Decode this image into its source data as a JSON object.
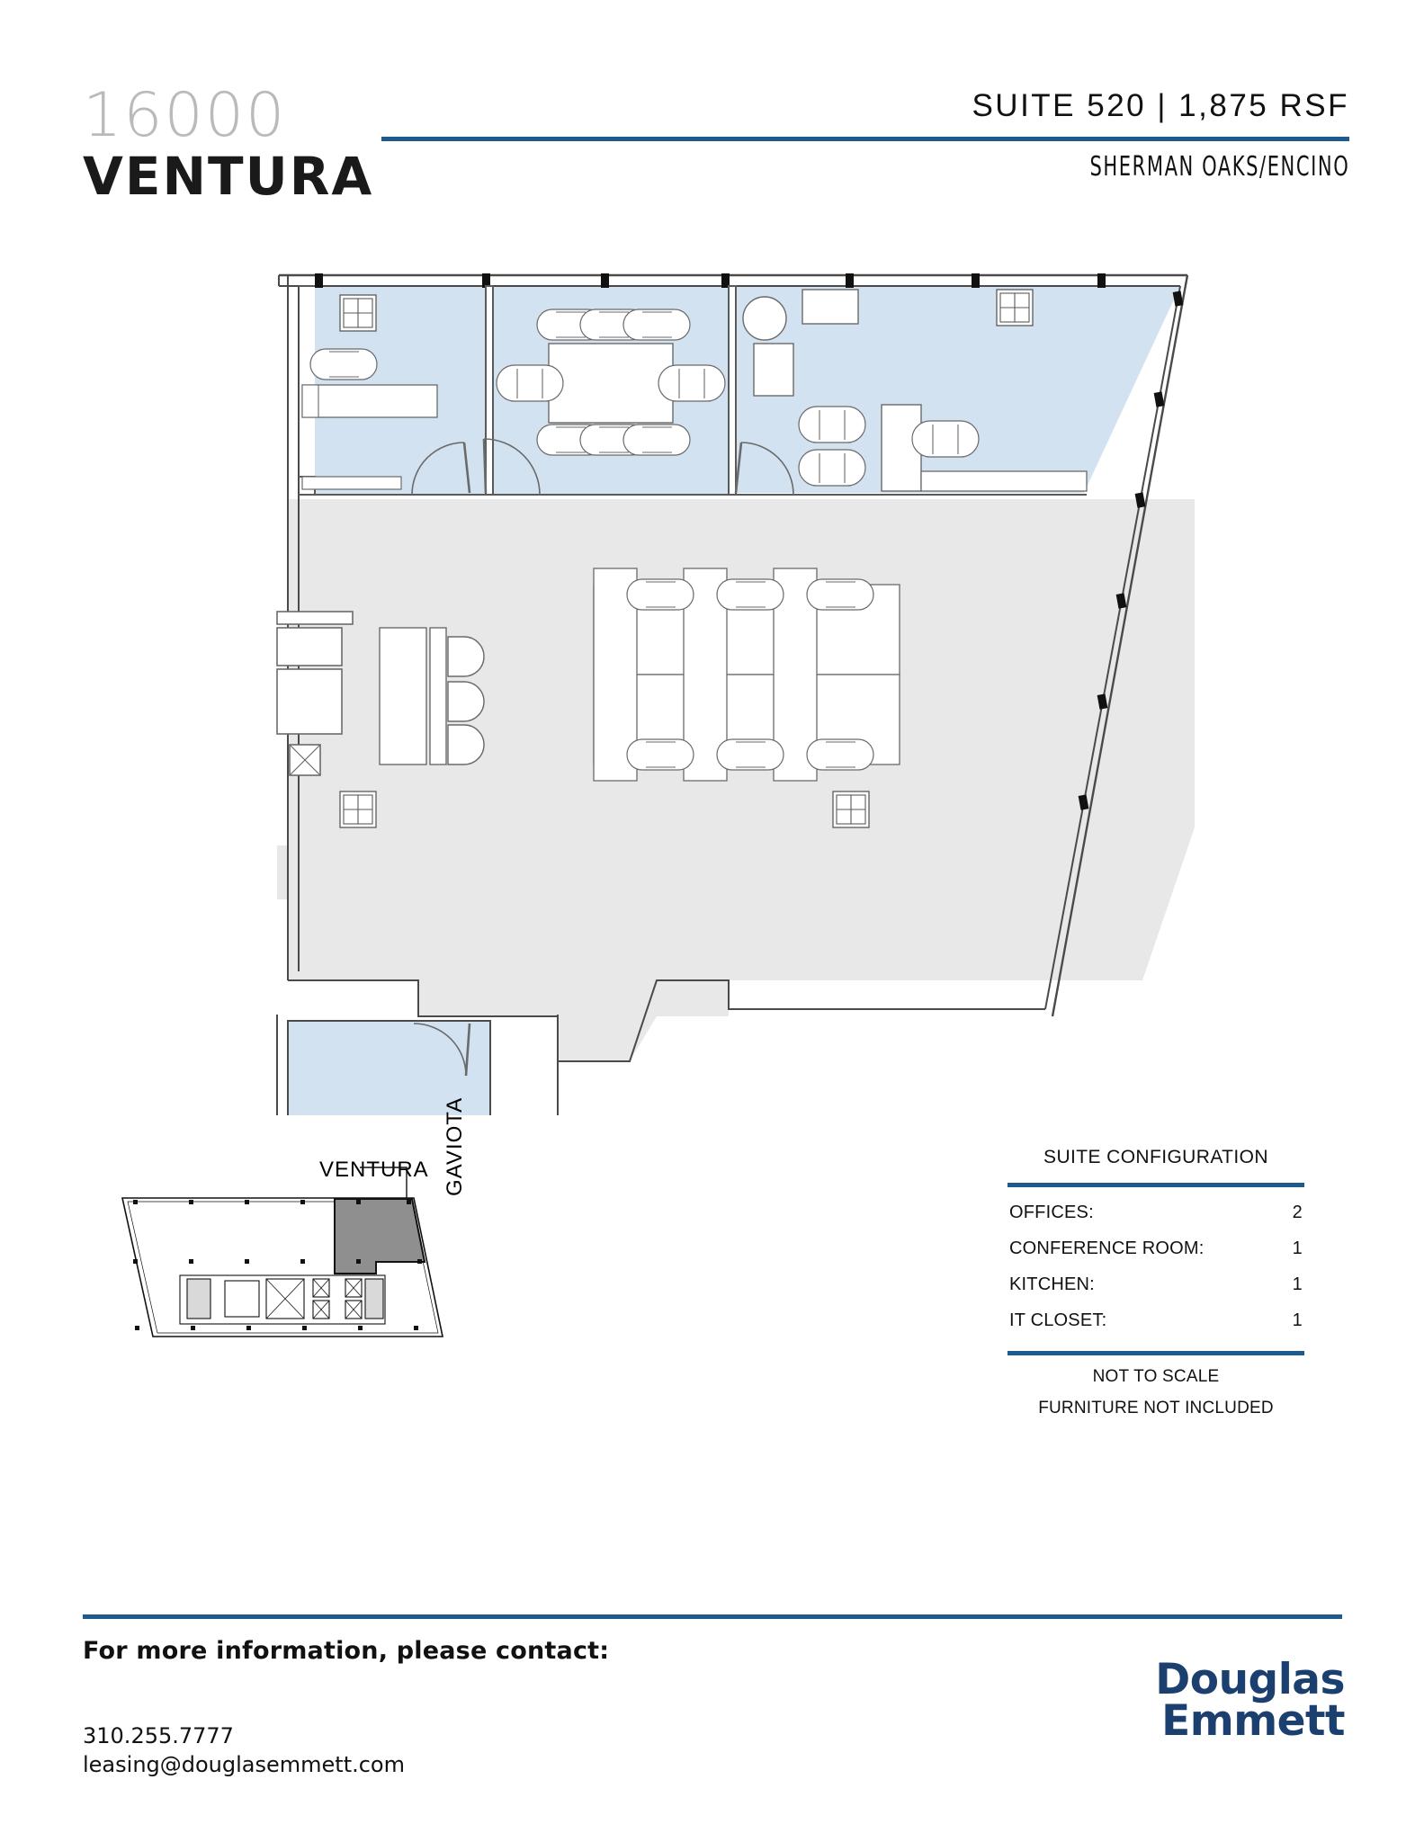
{
  "header": {
    "logo_number": "16000",
    "logo_name": "VENTURA",
    "suite_line": "SUITE 520  |  1,875 RSF",
    "market": "SHERMAN OAKS/ENCINO",
    "accent_color": "#1d5b8e"
  },
  "floorplan": {
    "office_fill": "#d3e2f0",
    "open_area_fill": "#e8e8e8",
    "wall_color": "#555555",
    "furniture_stroke": "#666666",
    "rooms": [
      {
        "name": "office-1",
        "type": "office"
      },
      {
        "name": "conference-room",
        "type": "conference",
        "seats": 8
      },
      {
        "name": "kitchen",
        "type": "kitchen"
      },
      {
        "name": "open-work-area",
        "type": "open",
        "workstations": 6
      },
      {
        "name": "office-2",
        "type": "office"
      },
      {
        "name": "it-closet",
        "type": "it"
      }
    ]
  },
  "keyplan": {
    "street_top": "VENTURA",
    "street_right": "GAVIOTA",
    "highlight_color": "#8f8f8f"
  },
  "config": {
    "title": "SUITE CONFIGURATION",
    "rows": [
      {
        "label": "OFFICES:",
        "value": "2"
      },
      {
        "label": "CONFERENCE ROOM:",
        "value": "1"
      },
      {
        "label": "KITCHEN:",
        "value": "1"
      },
      {
        "label": "IT CLOSET:",
        "value": "1"
      }
    ],
    "note1": "NOT TO SCALE",
    "note2": "FURNITURE NOT INCLUDED"
  },
  "footer": {
    "cta": "For more information, please contact:",
    "phone": "310.255.7777",
    "email": "leasing@douglasemmett.com",
    "brand_line1": "Douglas",
    "brand_line2": "Emmett",
    "brand_color": "#1b3f6e"
  }
}
